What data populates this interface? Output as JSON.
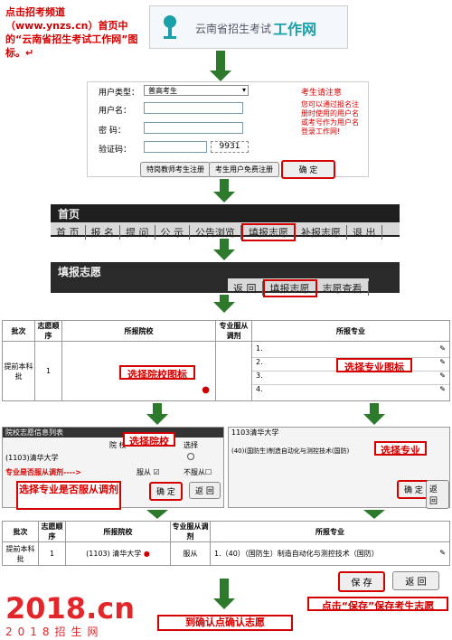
{
  "intro": {
    "text": "点击招考频道（www.ynzs.cn）首页中的“云南省招生考试工作网”图标。↵"
  },
  "logo": {
    "prefix": "云南省招生考试",
    "suffix": "工作网"
  },
  "login": {
    "user_type_label": "用户类型：",
    "user_type_value": "普高考生",
    "username_label": "用户名：",
    "password_label": "密  码：",
    "captcha_label": "验证码：",
    "captcha_value": "9931",
    "notice_title": "考生请注意",
    "notice_text": "您可以通过报名注册时使用的用户名或考号作为用户名登录工作网!",
    "btn_teacher": "特岗教师考生注册",
    "btn_free": "考生用户免费注册",
    "btn_confirm": "确 定"
  },
  "nav1": {
    "home": "首页",
    "items": [
      "首 页",
      "报 名",
      "提 问",
      "公 示",
      "公告浏览",
      "填报志愿",
      "补报志愿",
      "退 出"
    ]
  },
  "nav2": {
    "title": "填报志愿",
    "items": [
      "返 回",
      "填报志愿",
      "志愿查看"
    ]
  },
  "table1": {
    "headers": [
      "批次",
      "志愿顺序",
      "所报院校",
      "专业服从调剂",
      "所报专业"
    ],
    "batch": "提前本科批",
    "order": "1",
    "majors": [
      "1.",
      "2.",
      "3.",
      "4."
    ],
    "callout_school": "选择院校图标",
    "callout_major": "选择专业图标"
  },
  "panel_left": {
    "title": "院校志愿信息列表",
    "col": "院 校",
    "col2": "选择",
    "school": "(1103)清华大学",
    "adjust_label": "专业是否服从调剂---->",
    "obey": "服从",
    "not_obey": "不服从",
    "btn_ok": "确 定",
    "btn_back": "返 回",
    "callout_school": "选择院校",
    "callout_adjust": "选择专业是否服从调剂"
  },
  "panel_right": {
    "school": "1103清华大学",
    "major_line": "(40)(国防生)制造自动化与测控技术(国防)",
    "callout": "选择专业",
    "btn_ok": "确 定",
    "btn_back": "返 回"
  },
  "table2": {
    "headers": [
      "批次",
      "志愿顺序",
      "所报院校",
      "专业服从调剂",
      "所报专业"
    ],
    "batch": "提前本科批",
    "order": "1",
    "school": "(1103) 清华大学",
    "adjust": "服从",
    "major": "1.（40）（国防生）制造自动化与测控技术（国防）"
  },
  "actions": {
    "save": "保 存",
    "back": "返 回",
    "save_note": "点击“保存”保存考生志愿",
    "confirm_note": "到确认点确认志愿"
  },
  "watermark": {
    "brand": "2018.cn",
    "sub": "2018招生网"
  },
  "colors": {
    "accent": "#d40000",
    "arrow": "#2d7a2d",
    "nav": "#1f1f1f"
  }
}
